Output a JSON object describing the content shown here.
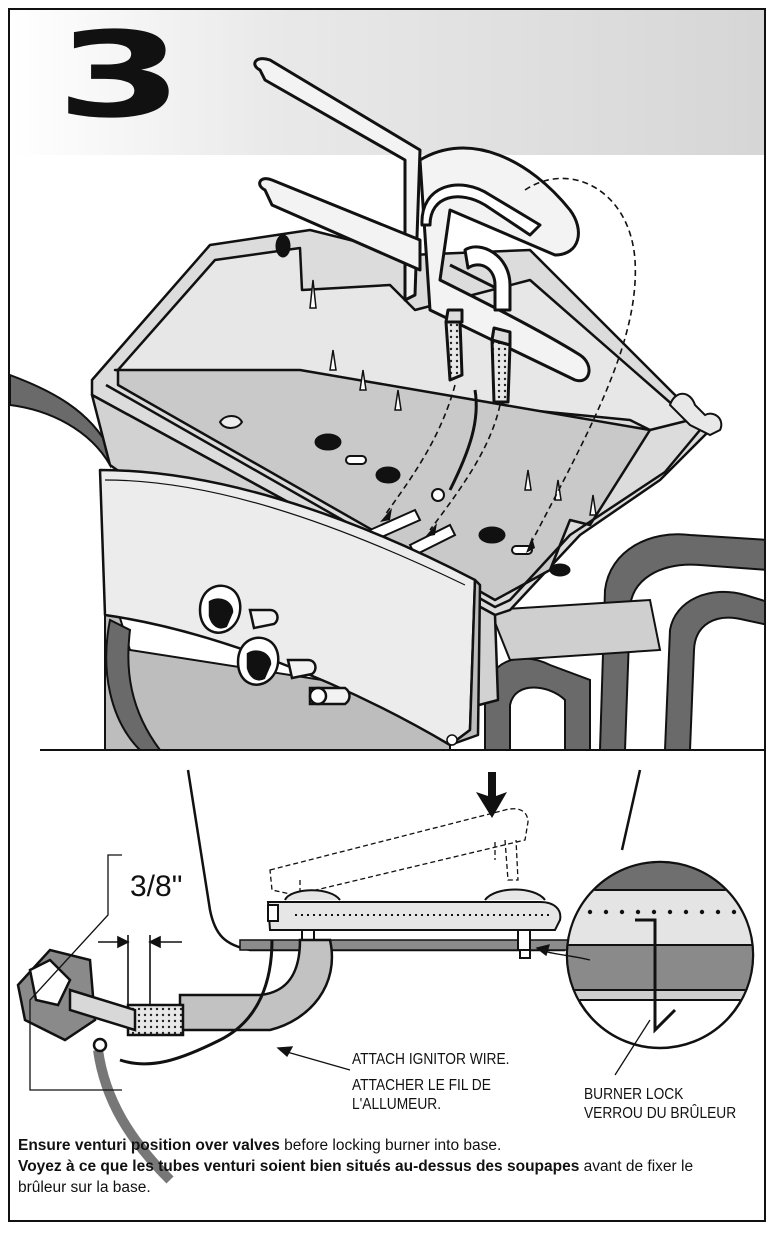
{
  "step": {
    "number": "3"
  },
  "measurement": {
    "value": "3/8\""
  },
  "callouts": {
    "ignitor_en": "ATTACH IGNITOR WIRE.",
    "ignitor_fr_1": "ATTACHER LE FIL DE",
    "ignitor_fr_2": "L'ALLUMEUR.",
    "lock_en": "BURNER LOCK",
    "lock_fr": "VERROU DU BRÛLEUR"
  },
  "instructions": {
    "en_bold": "Ensure venturi position over valves",
    "en_rest": " before locking burner into base.",
    "fr_bold": "Voyez à ce que les tubes venturi soient bien situés au-dessus des soupapes",
    "fr_rest": " avant de fixer le brûleur sur la base."
  },
  "colors": {
    "ink": "#111111",
    "panel_gray": "#dedede",
    "frame_dark": "#6a6a6a",
    "header_gray": "#d6d6d6"
  }
}
